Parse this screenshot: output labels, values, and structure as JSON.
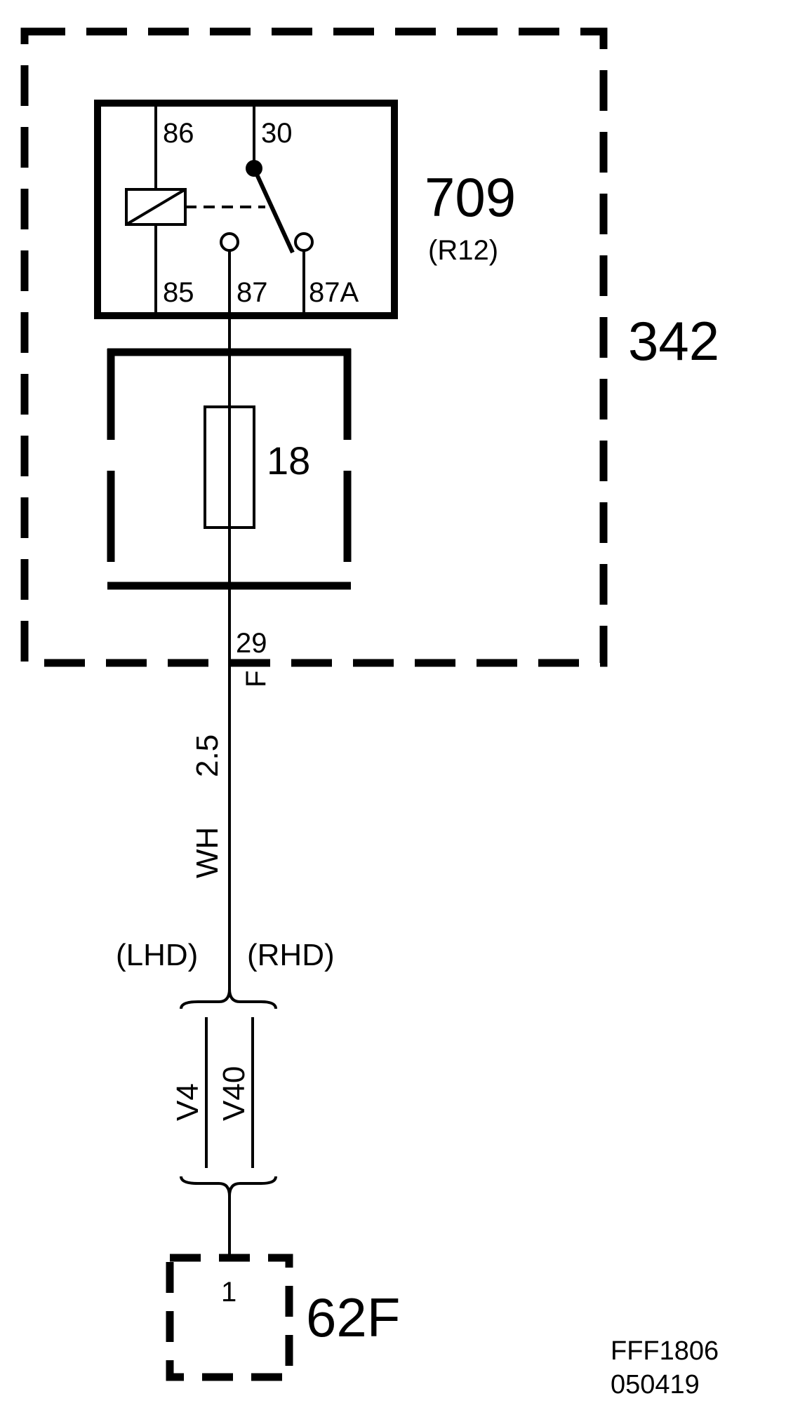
{
  "modules": {
    "fuse_box": "342",
    "relay": "709",
    "relay_ref": "(R12)",
    "fuse": "18",
    "connector": "62F"
  },
  "relay_pins": {
    "p86": "86",
    "p30": "30",
    "p85": "85",
    "p87": "87",
    "p87a": "87A"
  },
  "fuse_box_pin": "29",
  "connector_code": "F",
  "wire": {
    "size": "2.5",
    "color": "WH"
  },
  "variants": {
    "lhd": "(LHD)",
    "rhd": "(RHD)",
    "lhd_splice": "V4",
    "rhd_splice": "V40"
  },
  "connector_pin": "1",
  "figure_ref": {
    "code": "FFF1806",
    "date": "050419"
  }
}
